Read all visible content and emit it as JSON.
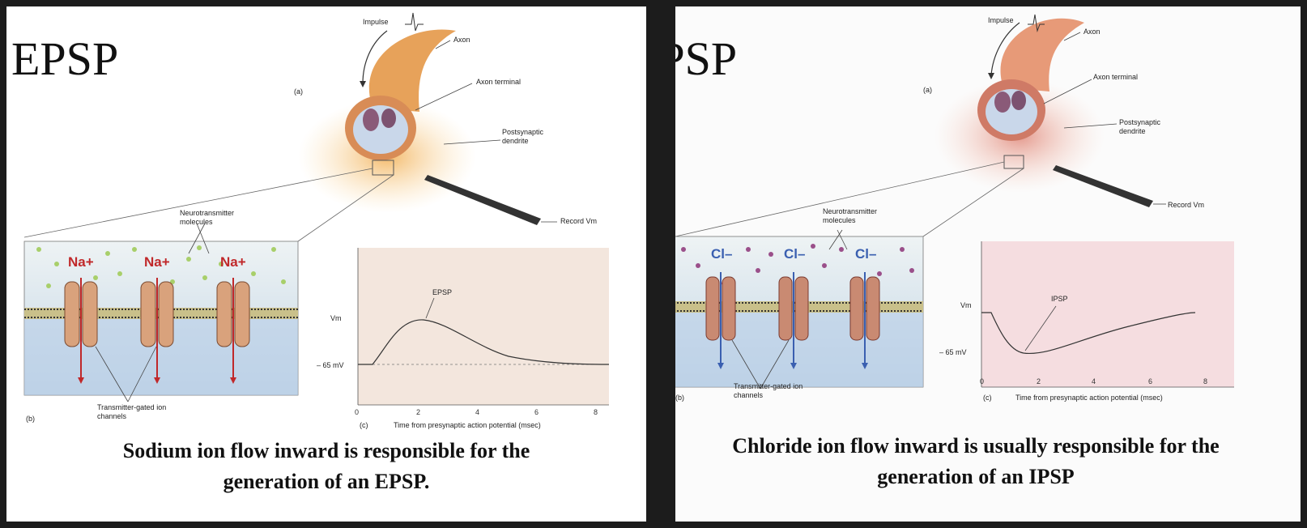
{
  "left": {
    "title": "EPSP",
    "label_impulse": "Impulse",
    "label_axon": "Axon",
    "label_axon_terminal": "Axon terminal",
    "label_postsynaptic_dendrite": "Postsynaptic dendrite",
    "label_record": "Record Vm",
    "label_a": "(a)",
    "label_neurotransmitter": "Neurotransmitter molecules",
    "label_channels": "Transmitter-gated ion channels",
    "label_b": "(b)",
    "ion_label": "Na+",
    "graph_label": "EPSP",
    "graph_ylabel": "Vm",
    "graph_baseline": "– 65 mV",
    "graph_xlabel": "Time from presynaptic action potential (msec)",
    "graph_c": "(c)",
    "ticks": [
      "0",
      "2",
      "4",
      "6",
      "8"
    ],
    "caption_line1": "Sodium ion flow inward is responsible for the",
    "caption_line2": "generation of an EPSP."
  },
  "right": {
    "title": "IPSP",
    "label_impulse": "Impulse",
    "label_axon": "Axon",
    "label_axon_terminal": "Axon terminal",
    "label_postsynaptic_dendrite": "Postsynaptic dendrite",
    "label_record": "Record Vm",
    "label_a": "(a)",
    "label_neurotransmitter": "Neurotransmitter molecules",
    "label_channels": "Transmitter-gated ion channels",
    "label_b": "(b)",
    "ion_label": "Cl–",
    "graph_label": "IPSP",
    "graph_ylabel": "Vm",
    "graph_baseline": "– 65 mV",
    "graph_xlabel": "Time from presynaptic action potential (msec)",
    "graph_c": "(c)",
    "ticks": [
      "0",
      "2",
      "4",
      "6",
      "8"
    ],
    "caption_line1": "Chloride ion flow inward is usually responsible for the",
    "caption_line2": "generation of an IPSP"
  },
  "colors": {
    "background": "#1c1c1c",
    "sodium": "#c0282a",
    "chloride": "#3a5fb0",
    "graph_epsp_bg": "#f3e6dd",
    "graph_ipsp_bg": "#f5dde0"
  }
}
